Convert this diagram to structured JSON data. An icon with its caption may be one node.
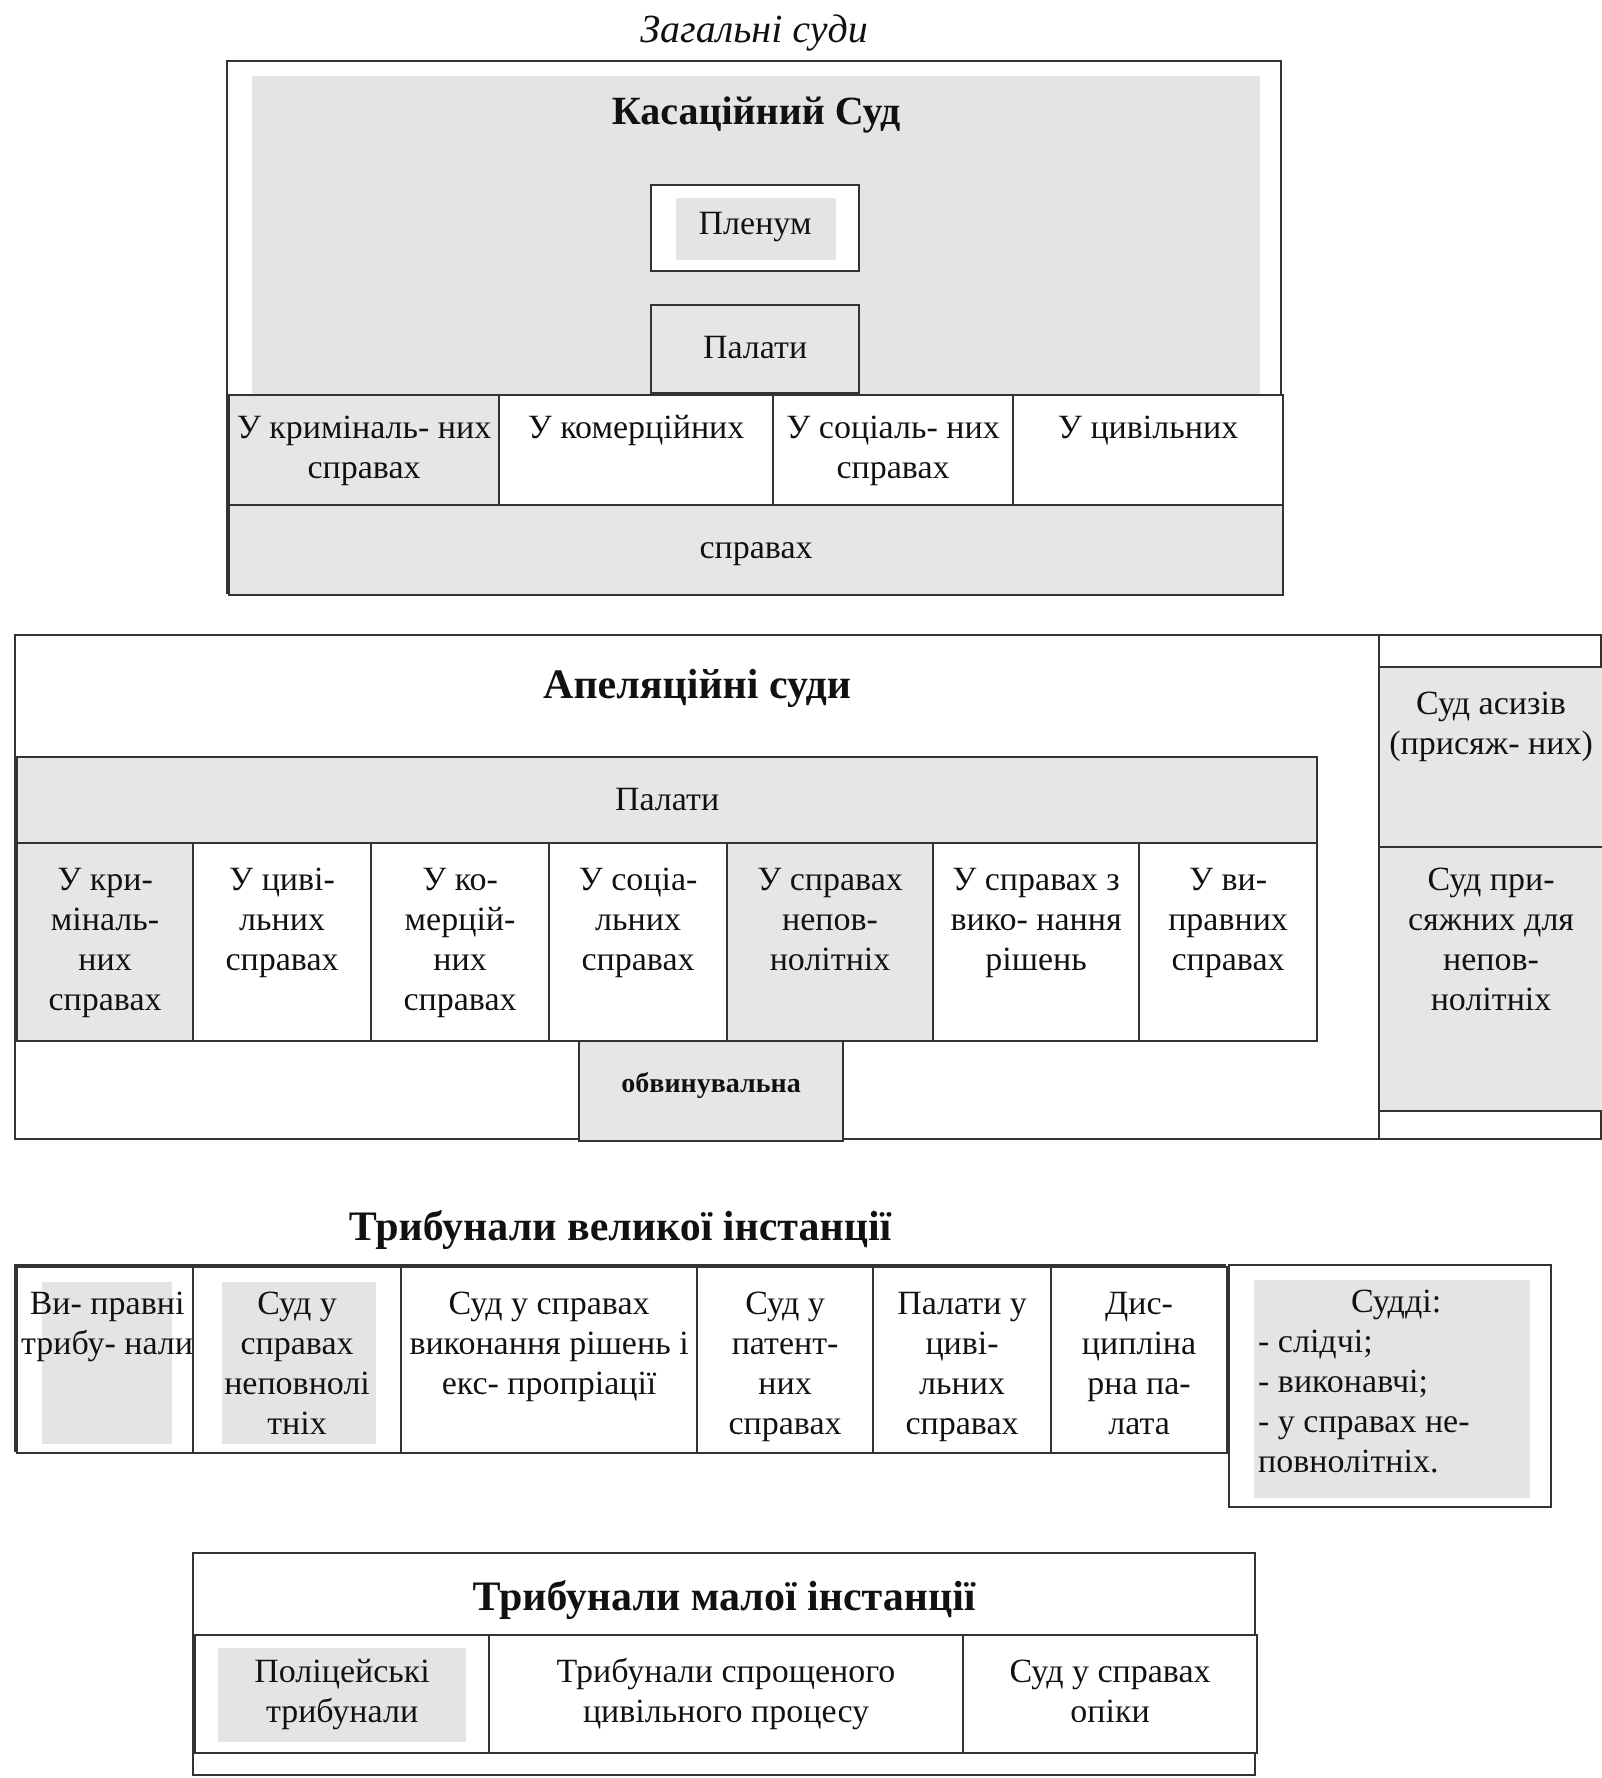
{
  "diagram": {
    "nodes": [
      {
        "text": [
          "Загальні суди"
        ]
      },
      {
        "text": [
          "Касаційний Суд"
        ],
        "in": 0
      },
      {
        "text": [
          "Пленум"
        ],
        "in": 1
      },
      {
        "text": [
          "Палати"
        ],
        "in": 1
      },
      {
        "text": [
          "У криміналь- них справах"
        ],
        "in": 0
      },
      {
        "text": [
          "У комерційних"
        ],
        "in": 0
      },
      {
        "text": [
          "У соціаль- них справах"
        ],
        "in": 0
      },
      {
        "text": [
          "У цивільних"
        ],
        "in": 0
      },
      {
        "text": [
          "справах"
        ],
        "in": 0
      },
      {
        "text": [
          "Апеляційні суди"
        ]
      },
      {
        "text": [
          "Палати"
        ],
        "in": 9
      },
      {
        "text": [
          "У кри- міналь- них справах"
        ],
        "in": 9
      },
      {
        "text": [
          "У циві- льних справах"
        ],
        "in": 9
      },
      {
        "text": [
          "У ко- мерцій- них справах"
        ],
        "in": 9
      },
      {
        "text": [
          "У соціа- льних справах"
        ],
        "in": 9
      },
      {
        "text": [
          "У справах непов- нолітніх"
        ],
        "in": 9
      },
      {
        "text": [
          "У справах з вико- нання рішень"
        ],
        "in": 9
      },
      {
        "text": [
          "У ви- правних справах"
        ],
        "in": 9
      },
      {
        "text": [
          "обвинувальна"
        ],
        "in": 9
      },
      {
        "text": [
          "Суд асизів (присяж- них)"
        ],
        "in": 9
      },
      {
        "text": [
          "Суд при- сяжних для непов- нолітніх"
        ],
        "in": 9
      },
      {
        "text": [
          "Трибунали великої інстанції"
        ]
      },
      {
        "text": [
          "Ви- правні трибу- нали"
        ],
        "in": 21
      },
      {
        "text": [
          "Суд у справах неповнолі тніх"
        ],
        "in": 21
      },
      {
        "text": [
          "Суд у справах виконання рішень і екс- пропріації"
        ],
        "in": 21
      },
      {
        "text": [
          "Суд у патент- них справах"
        ],
        "in": 21
      },
      {
        "text": [
          "Палати у циві- льних справах"
        ],
        "in": 21
      },
      {
        "text": [
          "Дис- ципліна рна па- лата"
        ],
        "in": 21
      },
      {
        "text": [
          "Судді:",
          "- слідчі;",
          "- виконавчі;",
          "- у справах не- повнолітніх."
        ]
      },
      {
        "text": [
          "Трибунали малої інстанції"
        ]
      },
      {
        "text": [
          "Поліцейські трибунали"
        ],
        "in": 29
      },
      {
        "text": [
          "Трибунали спрощеного цивільного процесу"
        ],
        "in": 29
      },
      {
        "text": [
          "Суд у справах опіки"
        ],
        "in": 29
      }
    ]
  }
}
